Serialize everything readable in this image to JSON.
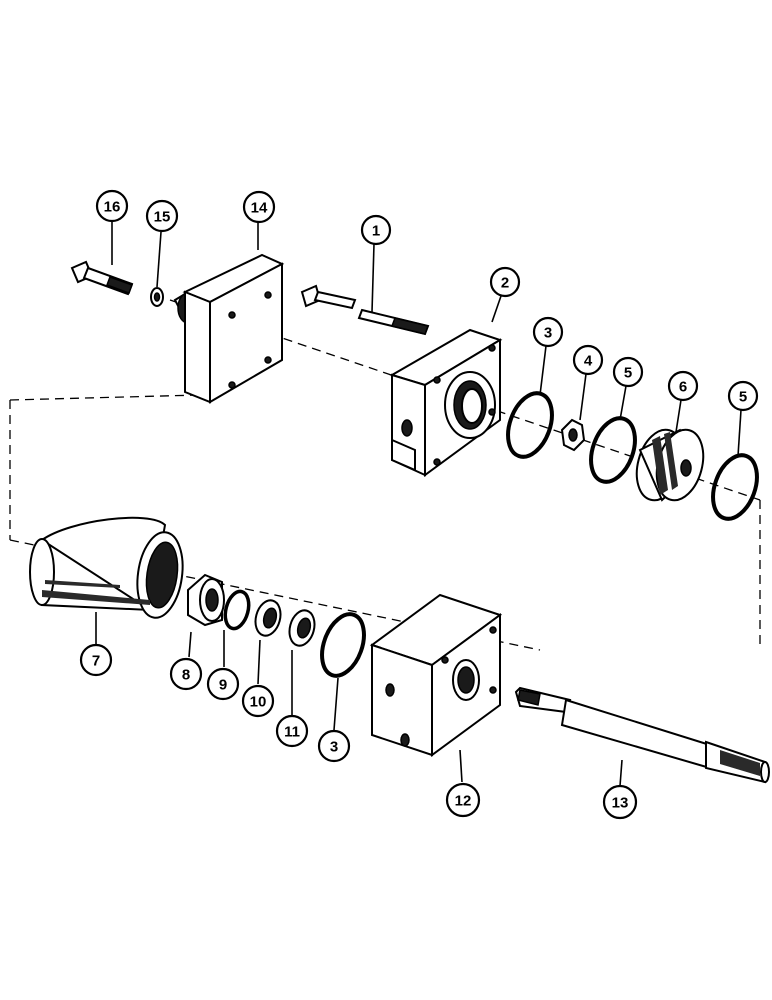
{
  "callouts": [
    {
      "id": "1",
      "label": "1"
    },
    {
      "id": "2",
      "label": "2"
    },
    {
      "id": "3a",
      "label": "3"
    },
    {
      "id": "4",
      "label": "4"
    },
    {
      "id": "5a",
      "label": "5"
    },
    {
      "id": "6",
      "label": "6"
    },
    {
      "id": "5b",
      "label": "5"
    },
    {
      "id": "7",
      "label": "7"
    },
    {
      "id": "8",
      "label": "8"
    },
    {
      "id": "9",
      "label": "9"
    },
    {
      "id": "10",
      "label": "10"
    },
    {
      "id": "11",
      "label": "11"
    },
    {
      "id": "3b",
      "label": "3"
    },
    {
      "id": "12",
      "label": "12"
    },
    {
      "id": "13",
      "label": "13"
    },
    {
      "id": "14",
      "label": "14"
    },
    {
      "id": "15",
      "label": "15"
    },
    {
      "id": "16",
      "label": "16"
    }
  ]
}
